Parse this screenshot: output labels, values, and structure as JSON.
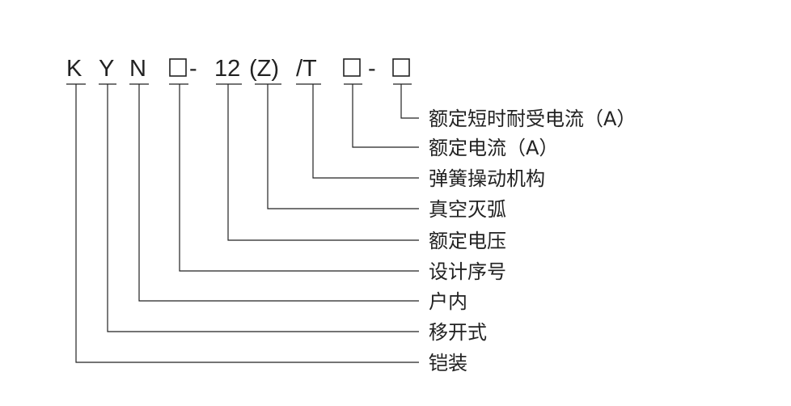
{
  "model_code": {
    "k": "K",
    "y": "Y",
    "n": "N",
    "dash1": "-",
    "voltage": "12",
    "z": "(Z)",
    "t": "/T",
    "dash2": "-"
  },
  "labels": [
    "额定短时耐受电流（A）",
    "额定电流（A）",
    "弹簧操动机构",
    "真空灭弧",
    "额定电压",
    "设计序号",
    "户内",
    "移开式",
    "铠装"
  ],
  "colors": {
    "ink": "#222222",
    "background": "#ffffff"
  }
}
